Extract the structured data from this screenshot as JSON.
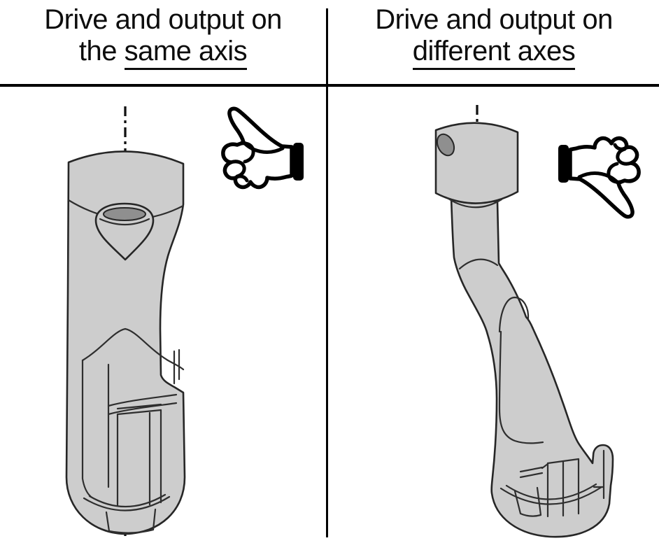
{
  "page": {
    "background": "#ffffff",
    "rule_color": "#000000"
  },
  "left_panel": {
    "title_line1": "Drive and output on",
    "title_line2_plain": "the ",
    "title_line2_underlined": "same axis",
    "icon": "thumbs-up-icon",
    "drawing": "straight-socket-tool"
  },
  "right_panel": {
    "title_line1": "Drive and output on",
    "title_line2_plain": "",
    "title_line2_underlined": "different axes",
    "icon": "thumbs-down-icon",
    "drawing": "offset-socket-tool"
  },
  "drawing_colors": {
    "body_fill": "#cdcdcd",
    "outline": "#262626",
    "drive_hole_fill": "#8f8f8f",
    "centerline": "#111111"
  }
}
